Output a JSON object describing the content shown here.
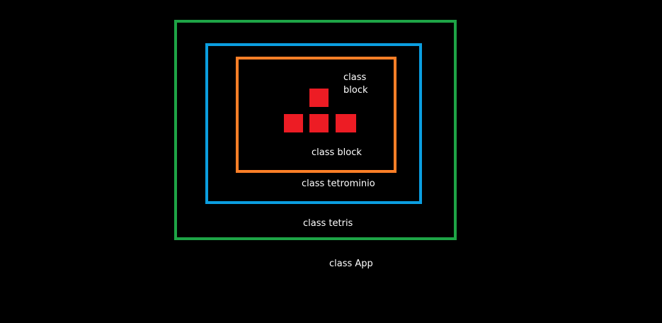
{
  "colors": {
    "background": "#000000",
    "tetris_border": "#1ea446",
    "tetrominio_border": "#0b9ee0",
    "block_container_border": "#ff7f27",
    "block_fill": "#ed1c24",
    "label_text": "#ffffff"
  },
  "labels": {
    "block_top_line1": "class",
    "block_top_line2": "block",
    "block_bottom": "class block",
    "tetrominio": "class tetrominio",
    "tetris": "class tetris",
    "app": "class App"
  }
}
